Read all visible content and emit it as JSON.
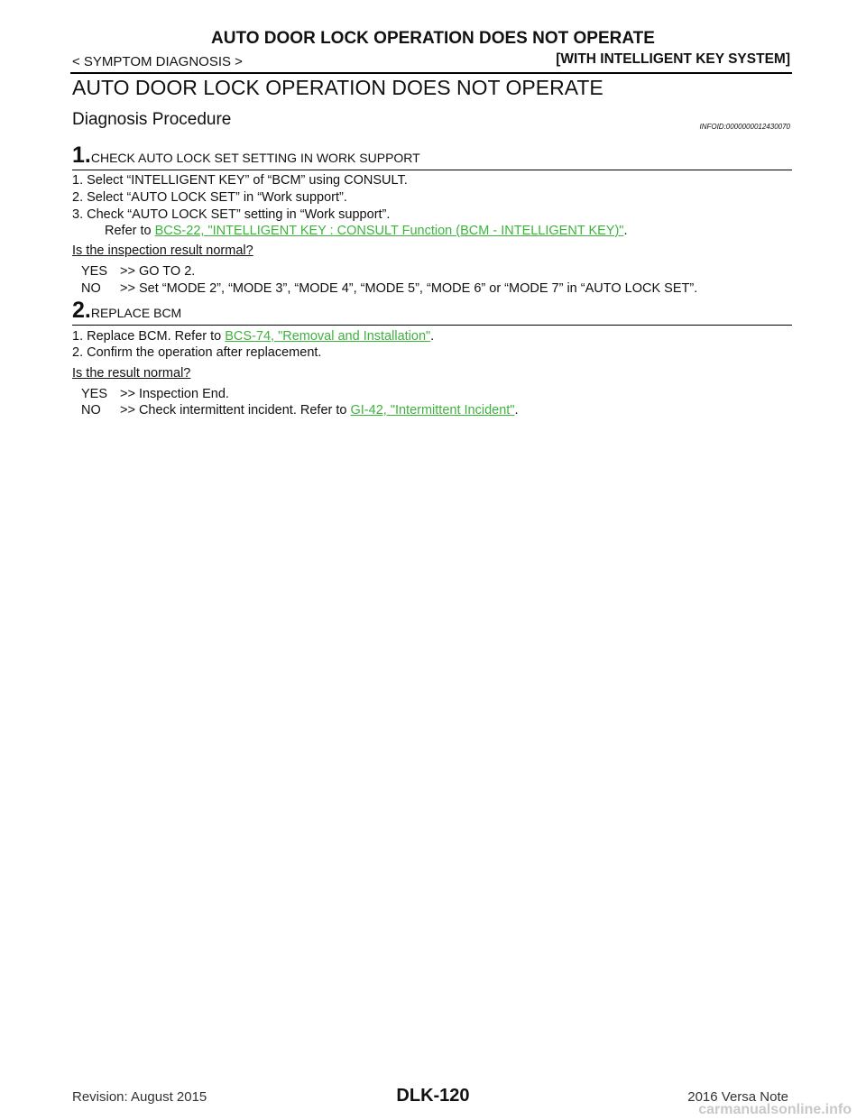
{
  "header": {
    "title": "AUTO DOOR LOCK OPERATION DOES NOT OPERATE",
    "left": "< SYMPTOM DIAGNOSIS >",
    "right": "[WITH INTELLIGENT KEY SYSTEM]"
  },
  "section_title": "AUTO DOOR LOCK OPERATION DOES NOT OPERATE",
  "diag": {
    "title": "Diagnosis Procedure",
    "infoid": "INFOID:0000000012430070"
  },
  "step1": {
    "num": "1.",
    "title": "CHECK AUTO LOCK SET SETTING IN WORK SUPPORT",
    "l1": "1.   Select “INTELLIGENT KEY” of “BCM” using CONSULT.",
    "l2": "2.   Select “AUTO LOCK SET” in “Work support”.",
    "l3": "3.   Check “AUTO LOCK SET” setting in “Work support”.",
    "refer_prefix": "Refer to ",
    "refer_link": "BCS-22, \"INTELLIGENT KEY : CONSULT Function (BCM - INTELLIGENT KEY)\"",
    "refer_suffix": ".",
    "question": "Is the inspection result normal?",
    "yes_label": "YES",
    "yes_text": ">> GO TO 2.",
    "no_label": "NO",
    "no_text": ">> Set “MODE 2”, “MODE 3”, “MODE 4”, “MODE 5”, “MODE 6” or “MODE 7” in “AUTO LOCK SET”."
  },
  "step2": {
    "num": "2.",
    "title": "REPLACE BCM",
    "l1_prefix": "1.   Replace BCM. Refer to ",
    "l1_link": "BCS-74, \"Removal and Installation\"",
    "l1_suffix": ".",
    "l2": "2.   Confirm the operation after replacement.",
    "question": "Is the result normal?",
    "yes_label": "YES",
    "yes_text": ">> Inspection End.",
    "no_label": "NO",
    "no_prefix": ">> Check intermittent incident. Refer to ",
    "no_link": "GI-42, \"Intermittent Incident\"",
    "no_suffix": "."
  },
  "footer": {
    "revision": "Revision: August 2015",
    "page": "DLK-120",
    "model": "2016 Versa Note",
    "watermark": "carmanualsonline.info"
  },
  "colors": {
    "link": "#3cb43c"
  }
}
